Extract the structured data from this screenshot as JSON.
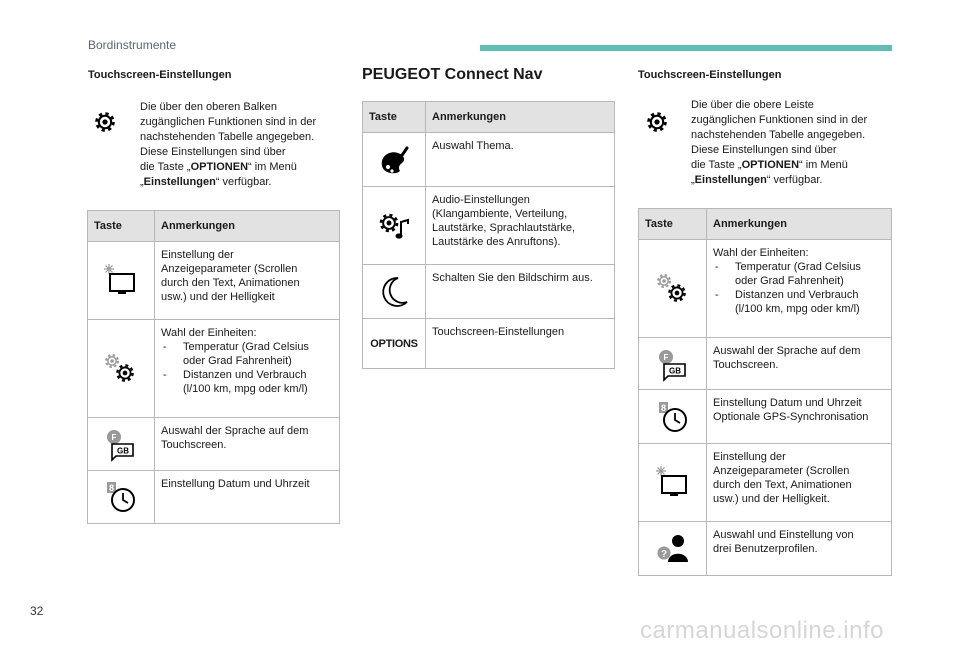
{
  "header": {
    "section": "Bordinstrumente"
  },
  "page_number": "32",
  "watermark": "carmanualsonline.info",
  "left": {
    "title": "Touchscreen-Einstellungen",
    "intro": {
      "l1": "Die über den oberen Balken",
      "l2": "zugänglichen Funktionen sind in der",
      "l3": "nachstehenden Tabelle angegeben.",
      "l4": "Diese Einstellungen sind über",
      "l5_pre": "die Taste „",
      "l5_bold": "OPTIONEN",
      "l5_post": "“ im Menü",
      "l6_pre": "„",
      "l6_bold": "Einstellungen",
      "l6_post": "“ verfügbar."
    },
    "headers": {
      "key": "Taste",
      "notes": "Anmerkungen"
    },
    "rows": {
      "r0": {
        "l1": "Einstellung der",
        "l2": "Anzeigeparameter (Scrollen",
        "l3": "durch den Text, Animationen",
        "l4": "usw.) und der Helligkeit"
      },
      "r1": {
        "l1": "Wahl der Einheiten:",
        "b1a": "Temperatur (Grad Celsius",
        "b1b": "oder Grad Fahrenheit)",
        "b2a": "Distanzen und Verbrauch",
        "b2b": "(l/100 km, mpg oder km/l)"
      },
      "r2": {
        "l1": "Auswahl der Sprache auf dem",
        "l2": "Touchscreen."
      },
      "r3": {
        "l1": "Einstellung Datum und Uhrzeit"
      }
    }
  },
  "middle": {
    "title": "PEUGEOT Connect Nav",
    "headers": {
      "key": "Taste",
      "notes": "Anmerkungen"
    },
    "rows": {
      "r0": {
        "l1": "Auswahl Thema."
      },
      "r1": {
        "l1": "Audio-Einstellungen",
        "l2": "(Klangambiente, Verteilung,",
        "l3": "Lautstärke, Sprachlautstärke,",
        "l4": "Lautstärke des Anruftons)."
      },
      "r2": {
        "l1": "Schalten Sie den Bildschirm aus."
      },
      "r3": {
        "key_label": "OPTIONS",
        "l1": "Touchscreen-Einstellungen"
      }
    }
  },
  "right": {
    "title": "Touchscreen-Einstellungen",
    "intro": {
      "l1": "Die über die obere Leiste",
      "l2": "zugänglichen Funktionen sind in der",
      "l3": "nachstehenden Tabelle angegeben.",
      "l4": "Diese Einstellungen sind über",
      "l5_pre": "die Taste „",
      "l5_bold": "OPTIONEN",
      "l5_post": "“ im Menü",
      "l6_pre": "„",
      "l6_bold": "Einstellungen",
      "l6_post": "“ verfügbar."
    },
    "headers": {
      "key": "Taste",
      "notes": "Anmerkungen"
    },
    "rows": {
      "r0": {
        "l1": "Wahl der Einheiten:",
        "b1a": "Temperatur (Grad Celsius",
        "b1b": "oder Grad Fahrenheit)",
        "b2a": "Distanzen und Verbrauch",
        "b2b": "(l/100 km, mpg oder km/l)"
      },
      "r1": {
        "l1": "Auswahl der Sprache auf dem",
        "l2": "Touchscreen."
      },
      "r2": {
        "l1": "Einstellung Datum und Uhrzeit",
        "l2": "Optionale GPS-Synchronisation"
      },
      "r3": {
        "l1": "Einstellung der",
        "l2": "Anzeigeparameter (Scrollen",
        "l3": "durch den Text, Animationen",
        "l4": "usw.) und der Helligkeit."
      },
      "r4": {
        "l1": "Auswahl und Einstellung von",
        "l2": "drei Benutzerprofilen."
      }
    }
  },
  "icons": {
    "gear": "gear-icon",
    "display": "display-brightness-icon",
    "units": "units-gears-icon",
    "language": "language-fgb-icon",
    "clock": "date-time-clock-icon",
    "theme": "palette-icon",
    "audio": "audio-gear-note-icon",
    "moon": "screen-off-moon-icon",
    "profile": "user-profile-icon"
  },
  "colors": {
    "accent": "#5fbfb5",
    "header_fill": "#e2e2e2",
    "border": "#b8b8b8"
  }
}
